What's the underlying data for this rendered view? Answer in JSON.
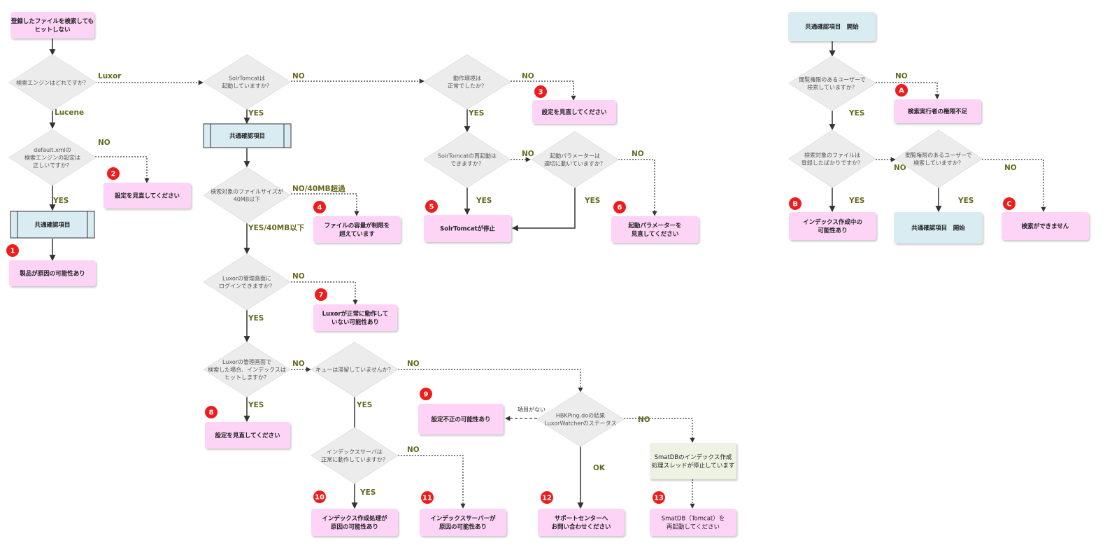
{
  "nodes": {
    "start_left": [
      "登録したファイルを検索しても",
      "ヒットしない"
    ],
    "d_engine": [
      "検索エンジンはどれですか？"
    ],
    "d_defaultxml": [
      "default.xmlの",
      "検索エンジンの設定は",
      "正しいですか？"
    ],
    "p_common1": [
      "共通確認項目"
    ],
    "r1": [
      "製品が原因の可能性あり"
    ],
    "r2": [
      "設定を見直してください"
    ],
    "d_solr": [
      "SolrTomcatは",
      "起動していますか？"
    ],
    "p_common2": [
      "共通確認項目"
    ],
    "d_filesize": [
      "検索対象のファイルサイズが",
      "40MB以下"
    ],
    "r4": [
      "ファイルの容量が制限を",
      "超えています"
    ],
    "d_luxor_login": [
      "Luxorの管理画面に",
      "ログインできますか？"
    ],
    "r7": [
      "Luxorが正常に動作して",
      "いない可能性あり"
    ],
    "d_luxor_search": [
      "Luxorの管理画面で",
      "検索した場合、インデックスは",
      "ヒットしますか？"
    ],
    "r8": [
      "設定を見直してください"
    ],
    "d_queue": [
      "キューは滞留していませんか？"
    ],
    "d_index_server": [
      "インデックスサーバは",
      "正常に動作していますか？"
    ],
    "r10": [
      "インデックス作成処理が",
      "原因の可能性あり"
    ],
    "r11": [
      "インデックスサーバーが",
      "原因の可能性あり"
    ],
    "d_env": [
      "動作環境は",
      "正常でしたか？"
    ],
    "r3": [
      "設定を見直してください"
    ],
    "d_restart": [
      "SolrTomcatの再起動は",
      "できますか？"
    ],
    "d_param": [
      "起動パラメーターは",
      "適切に動いていますか？"
    ],
    "r5": [
      "SolrTomcatが停止"
    ],
    "r6": [
      "起動パラメーターを",
      "見直してください"
    ],
    "d_hbk": [
      "HBKPing.doの結果",
      "LuxorWatcherのステータス"
    ],
    "r9": [
      "設定不正の可能性あり"
    ],
    "n_smartdb": [
      "SmatDBのインデックス作成",
      "処理スレッドが停止しています"
    ],
    "r12": [
      "サポートセンターへ",
      "お問い合わせください"
    ],
    "r13": [
      "SmatDB（Tomcat）を",
      "再起動してください"
    ],
    "start_right": [
      "共通確認項目　開始"
    ],
    "d_perm1": [
      "閲覧権限のあるユーザーで",
      "検索していますか？"
    ],
    "rA": [
      "検索実行者の権限不足"
    ],
    "d_recent": [
      "検索対象のファイルは",
      "登録したばかりですか？"
    ],
    "d_perm2": [
      "閲覧権限のあるユーザーで",
      "検索していますか？"
    ],
    "rB": [
      "インデックス作成中の",
      "可能性あり"
    ],
    "r_common_start": [
      "共通確認項目　開始"
    ],
    "rC": [
      "検索ができません"
    ]
  },
  "edge_labels": {
    "luxor": "Luxor",
    "lucene": "Lucene",
    "no": "NO",
    "yes": "YES",
    "no_40mb": "NO/40MB超過",
    "yes_40mb": "YES/40MB以下",
    "ok": "OK",
    "no_item": "項目がない"
  },
  "badges": {
    "b1": "1",
    "b2": "2",
    "b3": "3",
    "b4": "4",
    "b5": "5",
    "b6": "6",
    "b7": "7",
    "b8": "8",
    "b9": "9",
    "b10": "10",
    "b11": "11",
    "b12": "12",
    "b13": "13",
    "bA": "A",
    "bB": "B",
    "bC": "C"
  },
  "colors": {
    "pink": "#fdd3f6",
    "blue": "#d8ecf1",
    "green": "#eef2e2",
    "diamond": "#ececec",
    "badge": "#ee1c1c",
    "label": "#666a1f"
  }
}
